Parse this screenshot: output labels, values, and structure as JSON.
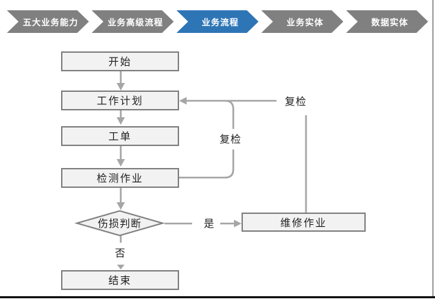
{
  "nav": {
    "steps": [
      {
        "label": "五大业务能力",
        "active": false
      },
      {
        "label": "业务高级流程",
        "active": false
      },
      {
        "label": "业务流程",
        "active": true
      },
      {
        "label": "业务实体",
        "active": false
      },
      {
        "label": "数据实体",
        "active": false
      }
    ],
    "colors": {
      "active": "#2E75B6",
      "inactive": "#808080",
      "text": "#FFFFFF"
    }
  },
  "flowchart": {
    "nodes": [
      {
        "id": "start",
        "label": "开始",
        "type": "process"
      },
      {
        "id": "work-plan",
        "label": "工作计划",
        "type": "process"
      },
      {
        "id": "work-order",
        "label": "工单",
        "type": "process"
      },
      {
        "id": "inspection",
        "label": "检测作业",
        "type": "process"
      },
      {
        "id": "damage-decision",
        "label": "伤损判断",
        "type": "decision"
      },
      {
        "id": "repair",
        "label": "维修作业",
        "type": "process"
      },
      {
        "id": "end",
        "label": "结束",
        "type": "process"
      }
    ],
    "edge_labels": {
      "recheck_from_repair": "复检",
      "recheck_from_inspection": "复检",
      "yes": "是",
      "no": "否"
    },
    "colors": {
      "node_fill": "#F2F2F2",
      "node_border": "#808080",
      "connector": "#A6A6A6",
      "text": "#1F1F1F"
    }
  }
}
